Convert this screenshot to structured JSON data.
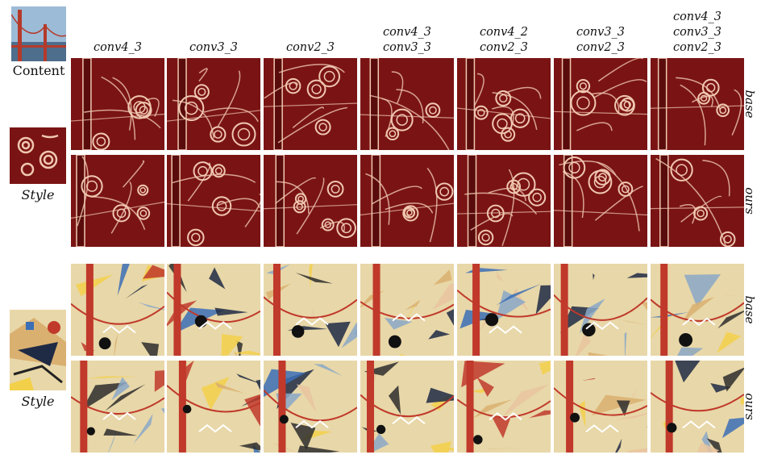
{
  "side": {
    "content_label": "Content",
    "style_label_1": "Style",
    "style_label_2": "Style"
  },
  "columns": [
    {
      "lines": [
        "conv4_3"
      ]
    },
    {
      "lines": [
        "conv3_3"
      ]
    },
    {
      "lines": [
        "conv2_3"
      ]
    },
    {
      "lines": [
        "conv4_3",
        "conv3_3"
      ]
    },
    {
      "lines": [
        "conv4_2",
        "conv2_3"
      ]
    },
    {
      "lines": [
        "conv3_3",
        "conv2_3"
      ]
    },
    {
      "lines": [
        "conv4_3",
        "conv3_3",
        "conv2_3"
      ]
    }
  ],
  "rows": [
    {
      "label": "base",
      "style": "swirl"
    },
    {
      "label": "ours",
      "style": "swirl"
    },
    {
      "label": "base",
      "style": "abstract"
    },
    {
      "label": "ours",
      "style": "abstract"
    }
  ],
  "colors": {
    "swirl_bg": "#7a1414",
    "swirl_line": "#f0c8b0",
    "abstract_bg": "#e8d7a8",
    "bridge": "#c0392b"
  }
}
